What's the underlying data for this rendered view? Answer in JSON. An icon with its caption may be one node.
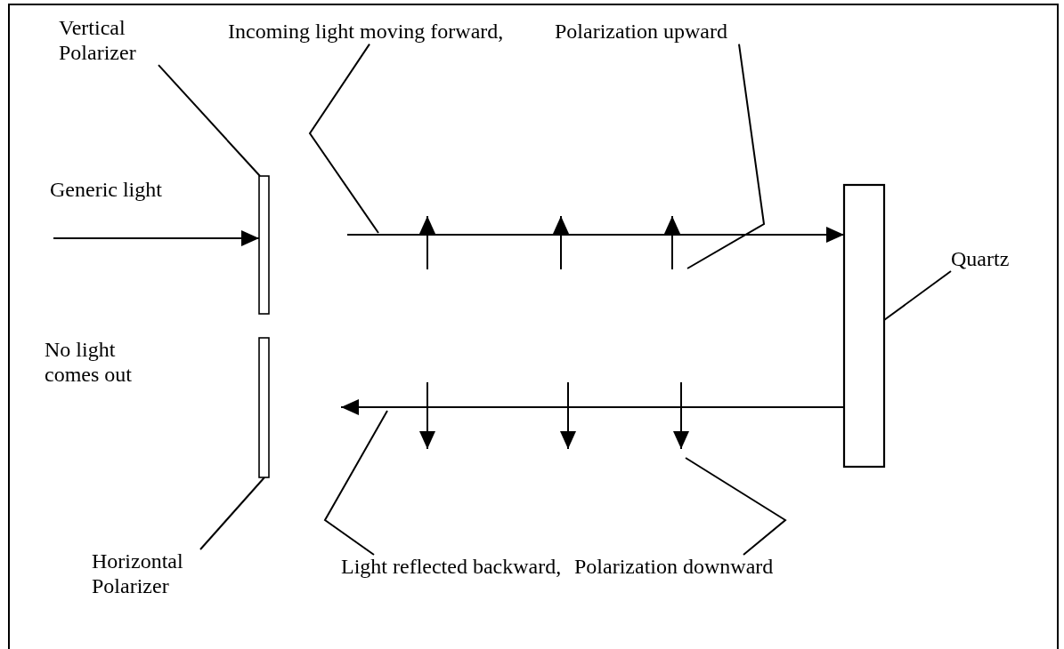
{
  "diagram": {
    "nodes": [
      {
        "text": [
          "Vertical Polarizer"
        ]
      },
      {
        "text": [
          "Incoming light moving forward,"
        ]
      },
      {
        "text": [
          "Polarization upward"
        ]
      },
      {
        "text": [],
        "shape": "bar"
      },
      {
        "text": [
          "Quartz"
        ]
      },
      {
        "text": [],
        "shape": "box"
      },
      {
        "text": [],
        "shape": "bar"
      },
      {
        "text": [
          "Horizontal Polarizer"
        ]
      },
      {
        "text": [
          "Light reflected backward,"
        ]
      },
      {
        "text": [
          "Polarization downward"
        ]
      }
    ],
    "edges": [
      {
        "from": 0,
        "to": 3,
        "arrow": "none"
      },
      {
        "from": 1,
        "to": null,
        "arrow": "none"
      },
      {
        "from": 2,
        "to": null,
        "arrow": "none"
      },
      {
        "from": null,
        "to": 3,
        "arrow": "to"
      },
      {
        "from": null,
        "to": 5,
        "arrow": "to"
      },
      {
        "from": 4,
        "to": 5,
        "arrow": "none"
      },
      {
        "from": 5,
        "to": null,
        "arrow": "to"
      },
      {
        "from": 7,
        "to": 6,
        "arrow": "none"
      },
      {
        "from": 8,
        "to": null,
        "arrow": "none"
      },
      {
        "from": 9,
        "to": null,
        "arrow": "none"
      }
    ],
    "labels": [
      "Generic light",
      "No light comes out"
    ]
  }
}
